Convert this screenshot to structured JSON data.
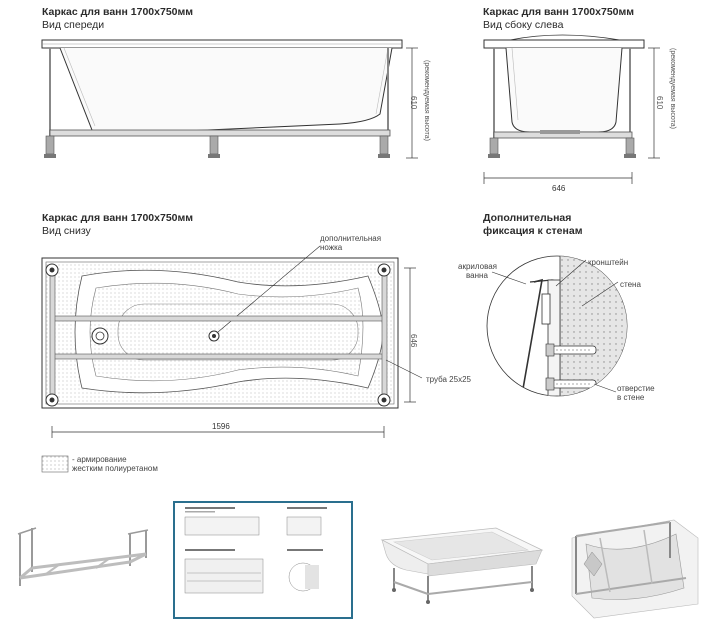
{
  "front_view": {
    "title": "Каркас для ванн 1700х750мм",
    "subtitle": "Вид спереди",
    "height_dim": "610",
    "height_note": "(рекомендуемая высота)"
  },
  "side_view": {
    "title": "Каркас для ванн 1700х750мм",
    "subtitle": "Вид сбоку слева",
    "height_dim": "610",
    "height_note": "(рекомендуемая высота)",
    "width_dim": "646"
  },
  "bottom_view": {
    "title": "Каркас для ванн 1700х750мм",
    "subtitle": "Вид снизу",
    "extra_leg_label_1": "дополнительная",
    "extra_leg_label_2": "ножка",
    "width_dim": "646",
    "length_dim": "1596",
    "pipe_label": "труба 25х25"
  },
  "legend": {
    "line1": "- армирование",
    "line2": "жестким полиуретаном"
  },
  "wall_fix": {
    "title_1": "Дополнительная",
    "title_2": "фиксация к стенам",
    "acrylic_1": "акриловая",
    "acrylic_2": "ванна",
    "bracket": "кронштейн",
    "wall": "стена",
    "hole_1": "отверстие",
    "hole_2": "в стене"
  },
  "colors": {
    "line": "#333333",
    "frame": "#8a8a8a",
    "thumb_border": "#2a6f8e"
  }
}
